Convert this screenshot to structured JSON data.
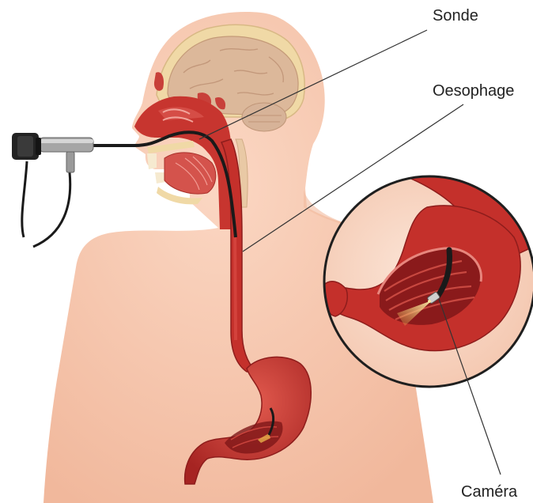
{
  "labels": {
    "probe": "Sonde",
    "esophagus": "Oesophage",
    "camera": "Caméra"
  },
  "colors": {
    "skin": "#f7c6ae",
    "skin_dark": "#eeb096",
    "organ": "#c4302b",
    "organ_dark": "#8e1d1c",
    "organ_light": "#e0524a",
    "brain": "#d9b594",
    "bone": "#f0d9a6",
    "tube": "#1a1a1a",
    "device": "#9a9a9a",
    "leader": "#333333"
  },
  "icons": {
    "endoscope": "endoscope-device-icon",
    "camera_tip": "camera-tip-icon"
  }
}
